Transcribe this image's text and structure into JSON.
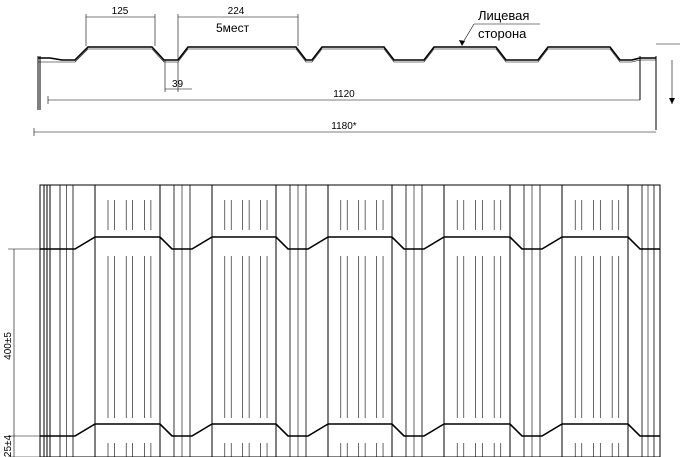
{
  "drawing": {
    "dimensions": {
      "crest_width": "125",
      "pitch": "224",
      "repeat_note": "5мест",
      "valley_width": "39",
      "working_width": "1120",
      "total_width": "1180*",
      "step_length": "400±5",
      "tail_length": "25±4"
    },
    "labels": {
      "face_line1": "Лицевая",
      "face_line2": "сторона"
    }
  }
}
